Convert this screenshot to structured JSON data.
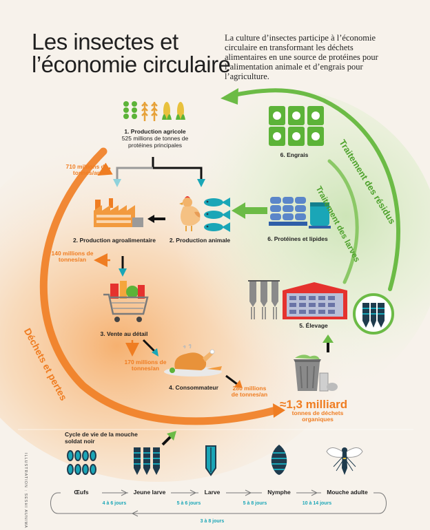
{
  "title_line1": "Les insectes et",
  "title_line2": "l’économie circulaire",
  "intro": "La culture d’insectes participe à l’économie circulaire en transformant les déchets alimentaires en une source de protéines pour l’alimentation animale et d’engrais pour l’agriculture.",
  "steps": {
    "s1_title": "1. Production agricole",
    "s1_sub": "525 millions de tonnes de protéines principales",
    "s2a": "2. Production agroalimentaire",
    "s2b": "2. Production animale",
    "s3": "3. Vente au détail",
    "s4": "4. Consommateur",
    "s5": "5. Élevage",
    "s6a": "6. Protéines et lipides",
    "s6b": "6. Engrais"
  },
  "losses": {
    "l1": "710 millions de tonnes/an",
    "l2": "140 millions de tonnes/an",
    "l3": "170 millions de tonnes/an",
    "l4": "280 millions de tonnes/an"
  },
  "total_big": "≈1,3 milliard",
  "total_sub": "tonnes de déchets organiques",
  "arc_labels": {
    "waste": "Déchets et pertes",
    "residues": "Traitement des résidus",
    "larvae": "Traitement des larves"
  },
  "lifecycle": {
    "heading": "Cycle de vie de la mouche soldat noir",
    "stages": [
      "Œufs",
      "Jeune larve",
      "Larve",
      "Nymphe",
      "Mouche adulte"
    ],
    "durations": [
      "4 à 6 jours",
      "5 à 6 jours",
      "5 à 8 jours",
      "10 à 14 jours"
    ],
    "return_duration": "3 à 8 jours"
  },
  "credit": "ILLUSTRATION : SESHI AUNIMA",
  "colors": {
    "orange": "#ef7d22",
    "green": "#5cb338",
    "teal": "#1aa6b7",
    "dark": "#1f1f1f"
  }
}
